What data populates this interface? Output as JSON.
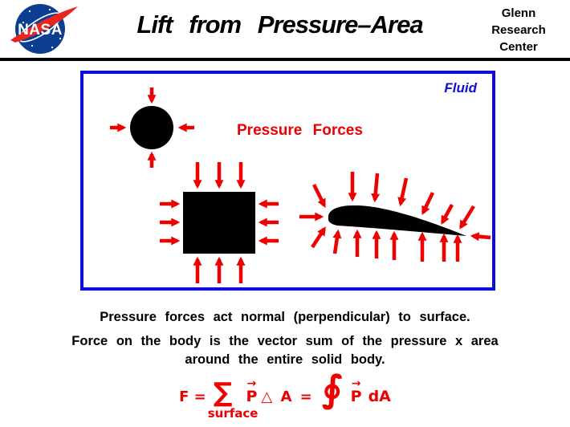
{
  "header": {
    "logo_text": "NASA",
    "title": "Lift from Pressure–Area",
    "org_lines": [
      "Glenn",
      "Research",
      "Center"
    ]
  },
  "diagram": {
    "fluid_label": "Fluid",
    "pressure_forces_label": "Pressure Forces",
    "bodies": [
      "circle",
      "square",
      "airfoil"
    ],
    "colors": {
      "box_border": "#0d0ddd",
      "arrow_red": "#ee0000",
      "body_black": "#000000",
      "nasa_blue": "#0b3d91",
      "nasa_red": "#e8251f"
    }
  },
  "notes": {
    "line1": "Pressure forces act normal (perpendicular) to surface.",
    "line2": "Force on the body is the vector sum of the pressure x area",
    "line3": "around the entire solid body."
  },
  "equation": {
    "f_equals": "F =",
    "sum": "∑",
    "sum_label": "surface",
    "vec_arrow": "→",
    "p1": "P",
    "delta_a": "△ A  =",
    "oint": "∮",
    "p2": "P",
    "da": "dA"
  }
}
